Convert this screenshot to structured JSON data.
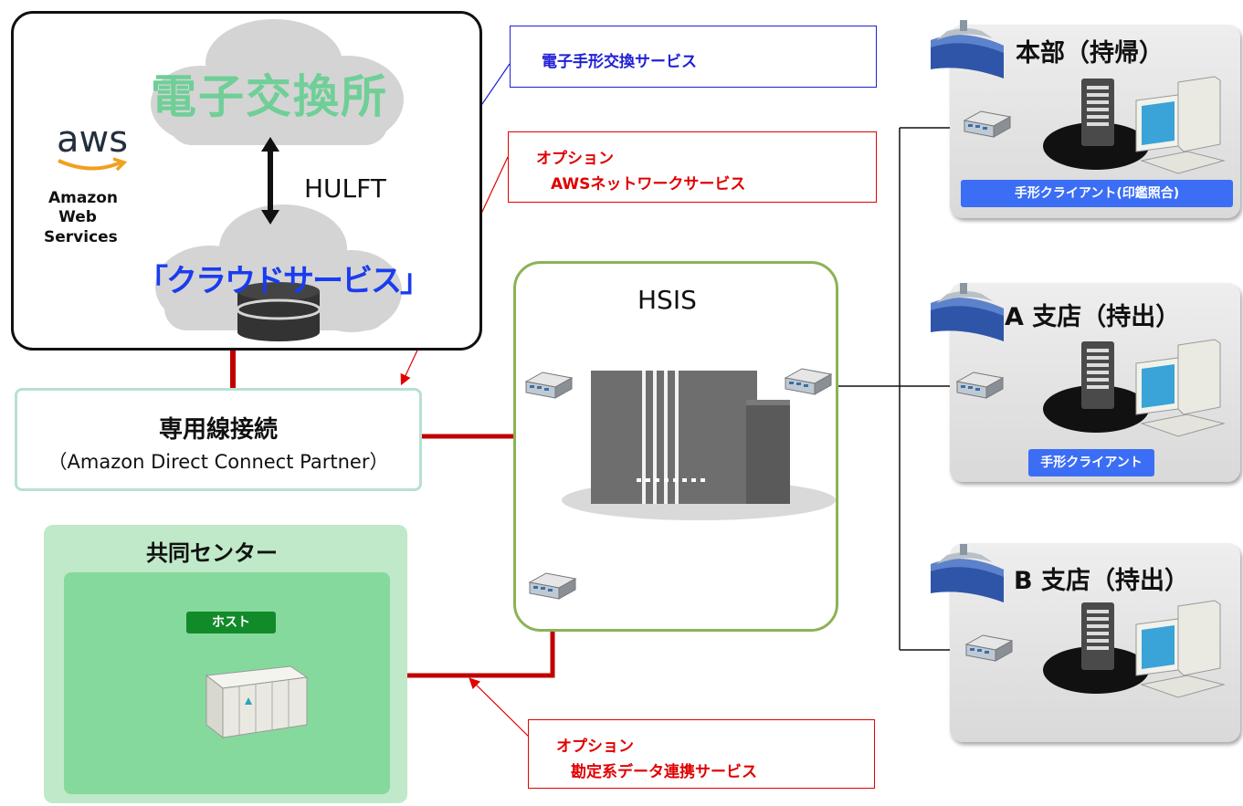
{
  "aws": {
    "logo_text": "aws",
    "name_line1": "Amazon",
    "name_line2": "Web",
    "name_line3": "Services",
    "exchange_title": "電子交換所",
    "protocol": "HULFT",
    "cloud_service": "「クラウドサービス」"
  },
  "callouts": {
    "e_bill": "電子手形交換サービス",
    "aws_option_line1": "オプション",
    "aws_option_line2": "AWSネットワークサービス",
    "accounting_option_line1": "オプション",
    "accounting_option_line2": "勘定系データ連携サービス"
  },
  "direct_connect": {
    "title": "専用線接続",
    "subtitle": "（Amazon Direct Connect Partner）"
  },
  "hsis": {
    "title": "HSIS"
  },
  "center": {
    "title": "共同センター",
    "host_tag": "ホスト"
  },
  "sites": [
    {
      "title": "本部（持帰）",
      "tag": "手形クライアント(印鑑照合)"
    },
    {
      "title": "A 支店（持出）",
      "tag": "手形クライアント"
    },
    {
      "title": "B 支店（持出）",
      "tag": ""
    }
  ],
  "colors": {
    "line_red": "#c00000",
    "callout_blue": "#1f1fd6",
    "callout_red": "#e00000",
    "cloud_text_blue": "#1a3cf0",
    "exchange_green": "#6fcf97",
    "hsis_border": "#8db255",
    "center_outer": "#bfe9c8",
    "center_inner": "#86d99c",
    "tag_blue": "#3b6ef5",
    "tag_green": "#118a2a"
  }
}
